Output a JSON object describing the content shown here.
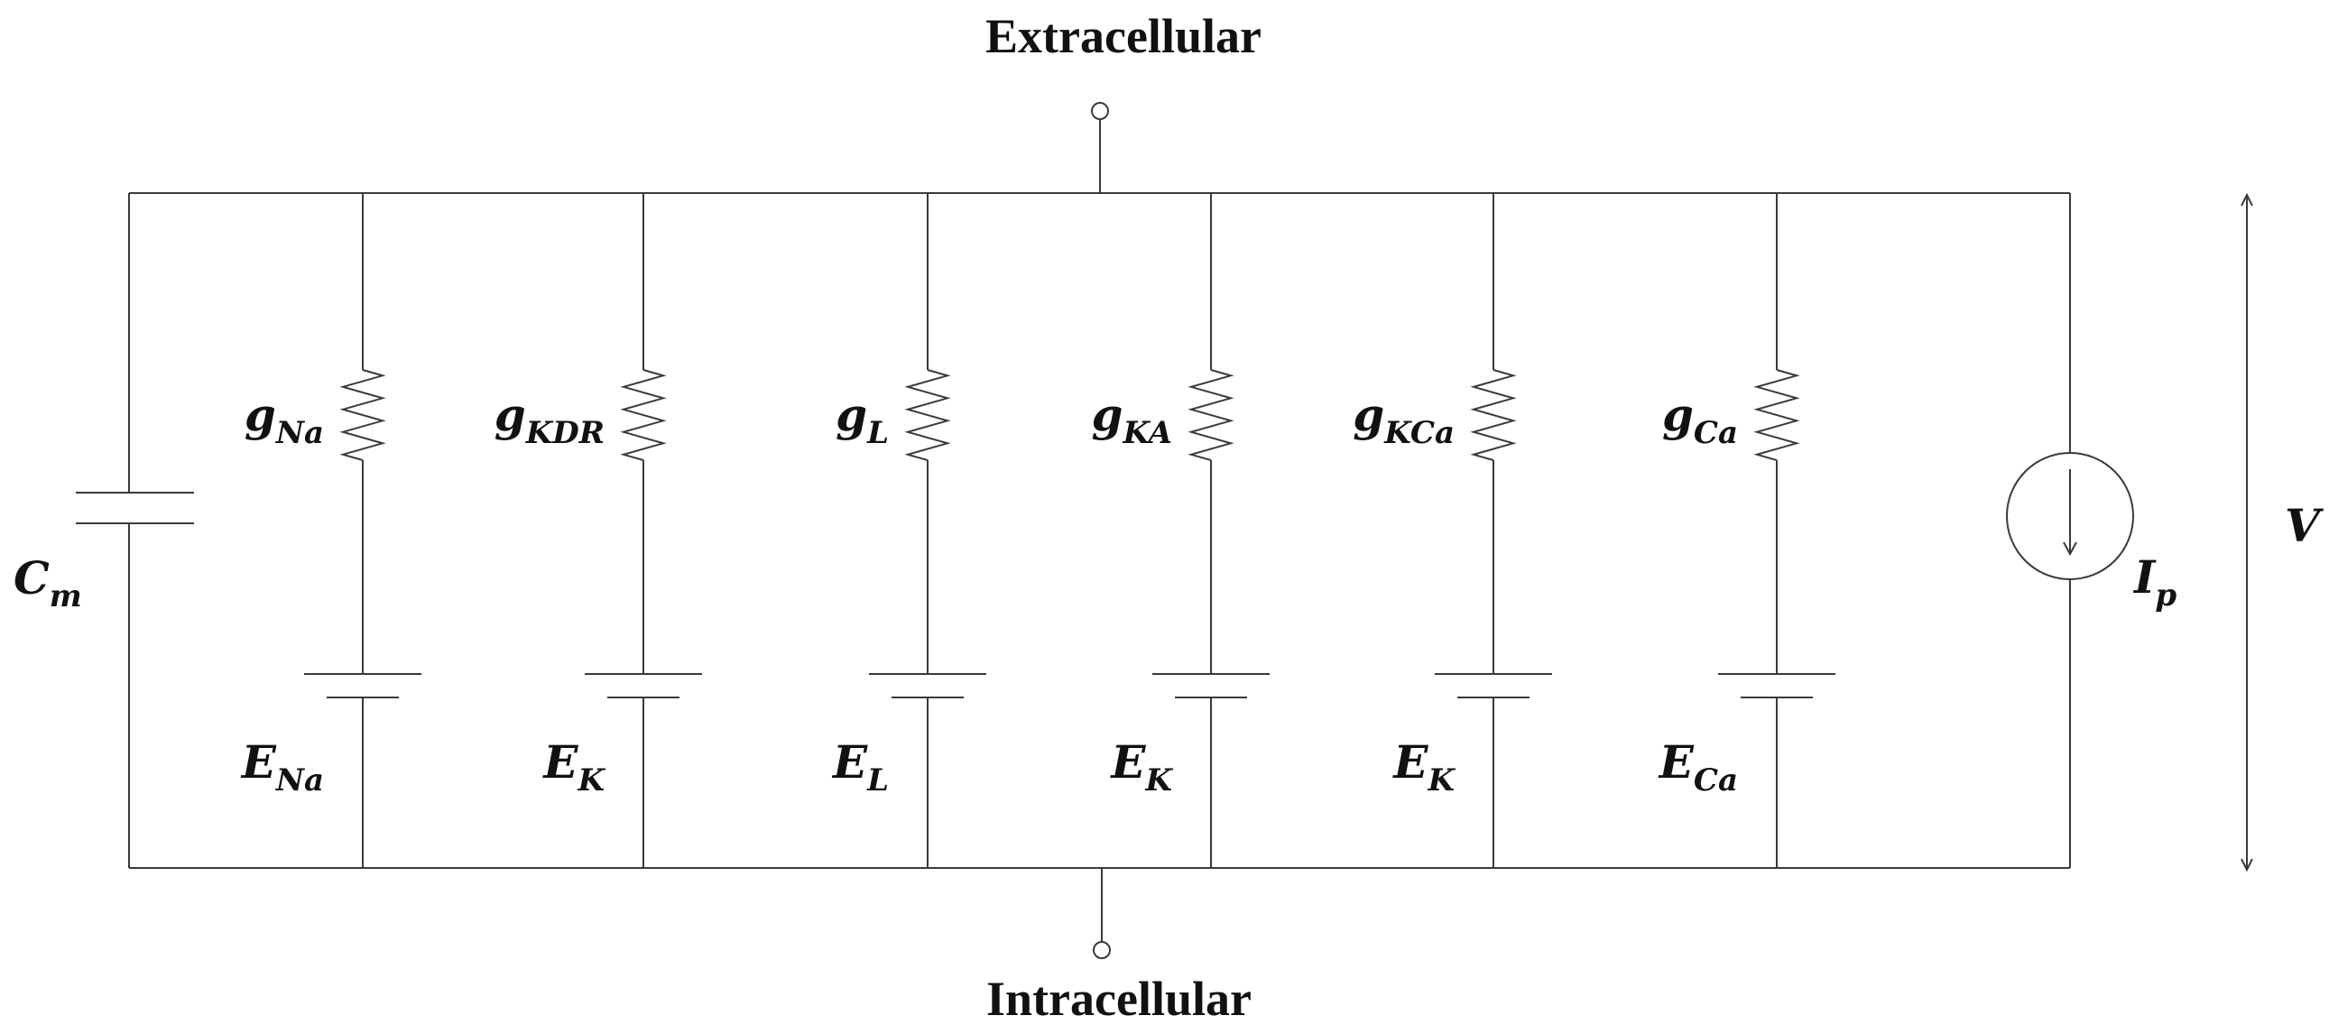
{
  "labels": {
    "extracellular": "Extracellular",
    "intracellular": "Intracellular",
    "voltage": "V",
    "capacitor": {
      "main": "C",
      "sub": "m"
    },
    "pump": {
      "main": "I",
      "sub": "p"
    }
  },
  "branches": [
    {
      "conductance": {
        "main": "g",
        "sub": "Na"
      },
      "reversal": {
        "main": "E",
        "sub": "Na"
      }
    },
    {
      "conductance": {
        "main": "g",
        "sub": "KDR"
      },
      "reversal": {
        "main": "E",
        "sub": "K"
      }
    },
    {
      "conductance": {
        "main": "g",
        "sub": "L"
      },
      "reversal": {
        "main": "E",
        "sub": "L"
      }
    },
    {
      "conductance": {
        "main": "g",
        "sub": "KA"
      },
      "reversal": {
        "main": "E",
        "sub": "K"
      }
    },
    {
      "conductance": {
        "main": "g",
        "sub": "KCa"
      },
      "reversal": {
        "main": "E",
        "sub": "K"
      }
    },
    {
      "conductance": {
        "main": "g",
        "sub": "Ca"
      },
      "reversal": {
        "main": "E",
        "sub": "Ca"
      }
    }
  ]
}
